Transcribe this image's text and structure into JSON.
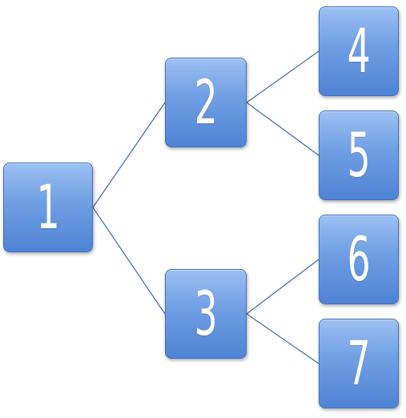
{
  "diagram": {
    "nodes": [
      {
        "id": "1",
        "label": "1"
      },
      {
        "id": "2",
        "label": "2"
      },
      {
        "id": "3",
        "label": "3"
      },
      {
        "id": "4",
        "label": "4"
      },
      {
        "id": "5",
        "label": "5"
      },
      {
        "id": "6",
        "label": "6"
      },
      {
        "id": "7",
        "label": "7"
      }
    ],
    "edges": [
      {
        "from": "1",
        "to": "2"
      },
      {
        "from": "1",
        "to": "3"
      },
      {
        "from": "2",
        "to": "4"
      },
      {
        "from": "2",
        "to": "5"
      },
      {
        "from": "3",
        "to": "6"
      },
      {
        "from": "3",
        "to": "7"
      }
    ],
    "colors": {
      "node_top": "#9cc0f2",
      "node_bottom": "#4f83d4",
      "node_border": "#3d6fbf",
      "connector": "#4a6fa5",
      "label": "#ffffff"
    }
  }
}
